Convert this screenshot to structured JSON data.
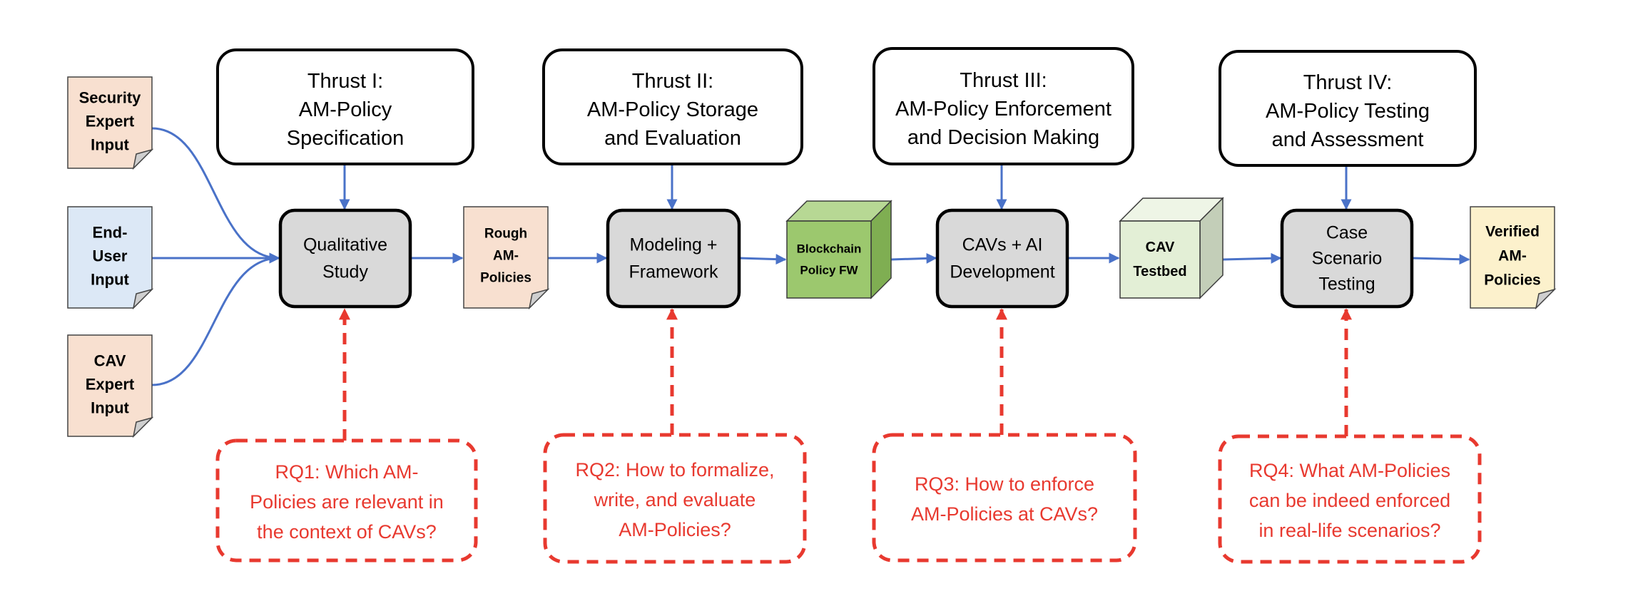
{
  "colors": {
    "arrow_blue": "#4a72c8",
    "rq_red": "#e8392f",
    "process_fill": "#d9d9d9",
    "doc_peach": "#f8e0d0",
    "doc_blue": "#dce8f6",
    "doc_yellow": "#fcf1cc",
    "cube_green": "#9cc86e",
    "cube_light": "#e3efd6"
  },
  "inputs": [
    {
      "lines": [
        "Security",
        "Expert",
        "Input"
      ],
      "color": "peach"
    },
    {
      "lines": [
        "End-",
        "User",
        "Input"
      ],
      "color": "blue"
    },
    {
      "lines": [
        "CAV",
        "Expert",
        "Input"
      ],
      "color": "peach"
    }
  ],
  "thrusts": [
    {
      "lines": [
        "Thrust I:",
        "AM-Policy",
        "Specification"
      ]
    },
    {
      "lines": [
        "Thrust II:",
        "AM-Policy Storage",
        "and Evaluation"
      ]
    },
    {
      "lines": [
        "Thrust III:",
        "AM-Policy Enforcement",
        "and Decision Making"
      ]
    },
    {
      "lines": [
        "Thrust IV:",
        "AM-Policy Testing",
        "and Assessment"
      ]
    }
  ],
  "processes": [
    {
      "lines": [
        "Qualitative",
        "Study"
      ]
    },
    {
      "lines": [
        "Modeling +",
        "Framework"
      ]
    },
    {
      "lines": [
        "CAVs + AI",
        "Development"
      ]
    },
    {
      "lines": [
        "Case",
        "Scenario",
        "Testing"
      ]
    }
  ],
  "artifacts": [
    {
      "kind": "document",
      "lines": [
        "Rough",
        "AM-",
        "Policies"
      ],
      "color": "peach"
    },
    {
      "kind": "cube",
      "lines": [
        "Blockchain",
        "Policy FW"
      ],
      "color": "green"
    },
    {
      "kind": "cube",
      "lines": [
        "CAV",
        "Testbed"
      ],
      "color": "light"
    },
    {
      "kind": "document",
      "lines": [
        "Verified",
        "AM-",
        "Policies"
      ],
      "color": "yellow"
    }
  ],
  "research_questions": [
    {
      "lines": [
        "RQ1: Which AM-",
        "Policies are relevant in",
        "the context of CAVs?"
      ]
    },
    {
      "lines": [
        "RQ2: How to formalize,",
        "write, and evaluate",
        "AM-Policies?"
      ]
    },
    {
      "lines": [
        "RQ3: How to enforce",
        "AM-Policies at CAVs?"
      ]
    },
    {
      "lines": [
        "RQ4: What AM-Policies",
        "can be indeed enforced",
        "in real-life scenarios?"
      ]
    }
  ]
}
